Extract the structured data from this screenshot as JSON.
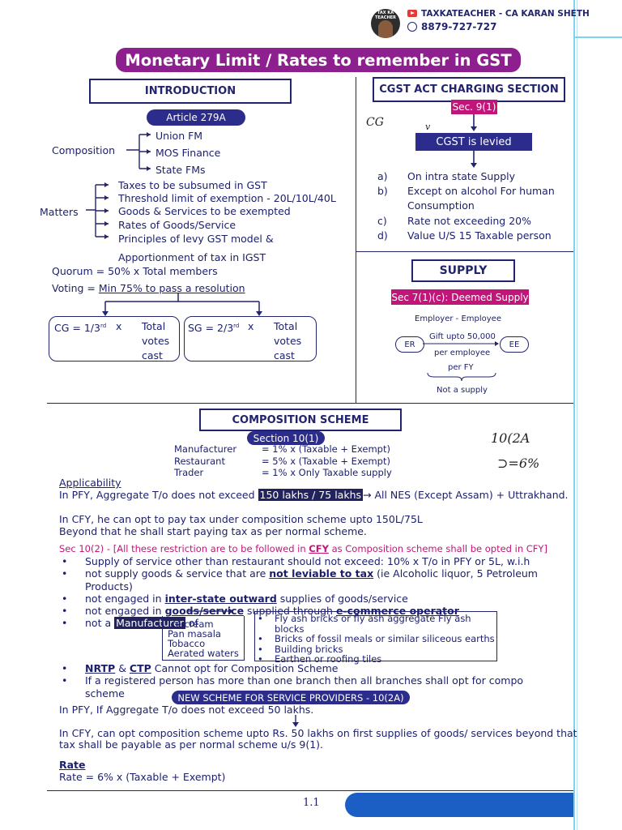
{
  "header": {
    "logo_text": "TAX KA TEACHER",
    "channel": "TAXKATEACHER - CA KARAN SHETH",
    "phone": "8879-727-727"
  },
  "title": "Monetary Limit / Rates to remember in GST",
  "intro": {
    "heading": "INTRODUCTION",
    "article": "Article 279A",
    "composition_label": "Composition",
    "composition_items": [
      "Union FM",
      "MOS Finance",
      "State FMs"
    ],
    "matters_label": "Matters",
    "matters_items": [
      "Taxes to be subsumed in GST",
      "Threshold limit of exemption - 20L/10L/40L",
      "Goods & Services to be exempted",
      "Rates of Goods/Service",
      "Principles of levy GST model &",
      "Apportionment of tax in IGST"
    ],
    "quorum": "Quorum = 50% x Total members",
    "voting_prefix": "Voting = ",
    "voting_value": "Min 75% to pass a resolution",
    "cg_box": {
      "left": "CG = 1/3",
      "sup": "rd",
      "x": "x",
      "right": [
        "Total",
        "votes",
        "cast"
      ]
    },
    "sg_box": {
      "left": "SG = 2/3",
      "sup": "rd",
      "x": "x",
      "right": [
        "Total",
        "votes",
        "cast"
      ]
    }
  },
  "cgst": {
    "heading": "CGST ACT CHARGING SECTION",
    "sec_tag": "Sec. 9(1)",
    "levied": "CGST is levied",
    "handwritten": [
      "CG",
      "v"
    ],
    "points": [
      {
        "label": "a)",
        "text": "On intra state Supply"
      },
      {
        "label": "b)",
        "text": "Except on alcohol For human"
      },
      {
        "label": "",
        "text": "Consumption"
      },
      {
        "label": "c)",
        "text": "Rate not exceeding 20%"
      },
      {
        "label": "d)",
        "text": "Value U/S 15 Taxable person"
      }
    ]
  },
  "supply": {
    "heading": "SUPPLY",
    "sec_tag": "Sec 7(1)(c): Deemed Supply",
    "employer_employee": "Employer - Employee",
    "er": "ER",
    "ee": "EE",
    "gift": "Gift upto 50,000",
    "per_employee": "per employee",
    "per_fy": "per FY",
    "not_supply": "Not a supply"
  },
  "composition": {
    "heading": "COMPOSITION SCHEME",
    "section_tag": "Section 10(1)",
    "handwritten": [
      "10(2A",
      "⊃=6%"
    ],
    "rates": [
      {
        "who": "Manufacturer",
        "rate": "= 1% x (Taxable + Exempt)"
      },
      {
        "who": "Restaurant",
        "rate": "= 5% x (Taxable + Exempt)"
      },
      {
        "who": "Trader",
        "rate": "= 1% x Only Taxable supply"
      }
    ],
    "applicability": "Applicability",
    "pfy_prefix": "In PFY, Aggregate T/o does not exceed ",
    "pfy_limit": "150 lakhs / 75 lakhs",
    "pfy_suffix": " All NES (Except Assam) + Uttrakhand.",
    "cfy_line1": "In CFY, he can opt to pay tax under composition scheme upto 150L/75L",
    "cfy_line2": "Beyond that he shall start paying tax as per normal scheme.",
    "sec102_prefix": "Sec 10(2) - [All these restriction are to be followed in ",
    "sec102_cfy": "CFY",
    "sec102_suffix": " as Composition scheme shall be opted in CFY]",
    "r1": "Supply of service other than restaurant should not exceed: 10% x T/o in PFY or 5L, w.i.h",
    "r2_a": "not supply goods & service that are ",
    "r2_b": "not leviable to tax",
    "r2_c": " (ie Alcoholic liquor, 5 Petroleum Products)",
    "r3_a": "not engaged in ",
    "r3_b": "inter-state outward",
    "r3_c": " supplies of goods/service",
    "r4_a": "not engaged in ",
    "r4_b": "goods/service",
    "r4_c": " supplied through ",
    "r4_d": "e-commerce operator",
    "r5_a": "not a ",
    "r5_b": "Manufacturer",
    "r5_c": " of",
    "mfg_left": [
      "Ice cream",
      "Pan masala",
      "Tobacco",
      "Aerated waters"
    ],
    "mfg_right": [
      "Fly ash bricks or fly ash aggregate Fly ash blocks",
      "Bricks of fossil meals or similar siliceous earths",
      "Building bricks",
      "Earthen or roofing tiles"
    ],
    "r6_a": "NRTP",
    "r6_b": " & ",
    "r6_c": "CTP",
    "r6_d": " Cannot opt for Composition Scheme",
    "r7": "If a registered person has more than one branch then all branches shall opt for compo scheme"
  },
  "new_scheme": {
    "tag": "NEW SCHEME FOR SERVICE PROVIDERS - 10(2A)",
    "line1": "In PFY, If Aggregate T/o does not exceed 50 lakhs.",
    "line2": "In CFY, can opt composition scheme upto Rs. 50 lakhs on first supplies of goods/ services beyond that",
    "line3": "tax shall be payable as per normal scheme u/s 9(1).",
    "rate_label": "Rate",
    "rate_value": "Rate = 6% x (Taxable + Exempt)"
  },
  "footer": {
    "page": "1.1"
  },
  "colors": {
    "navy": "#23246e",
    "magenta": "#c2157a",
    "title_bg": "#8e1f8e",
    "accent_blue": "#1b5fc4",
    "red": "#e53935"
  }
}
